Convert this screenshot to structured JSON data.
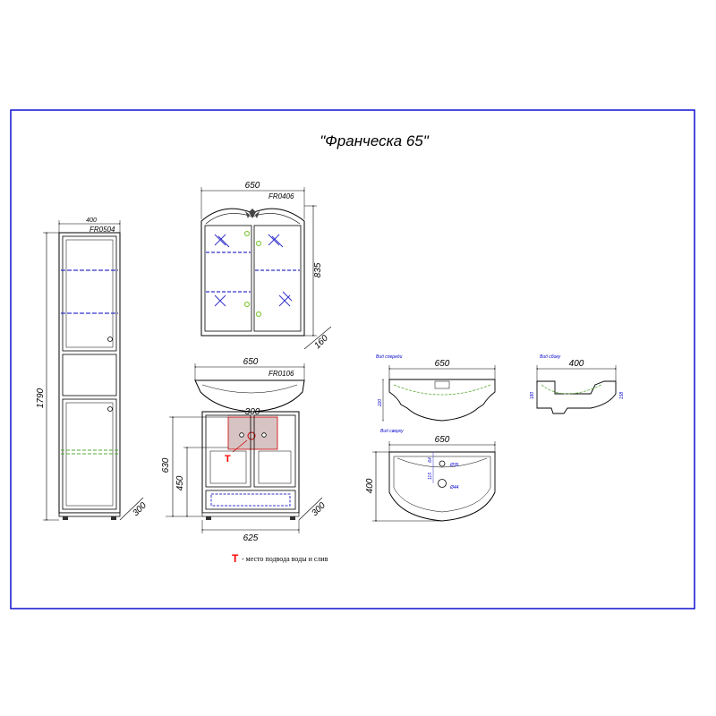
{
  "title": "\"Франческа 65\"",
  "column": {
    "code": "FR0504",
    "width": "400",
    "height": "1790",
    "depth": "300"
  },
  "mirror_cabinet": {
    "code": "FR0406",
    "width": "650",
    "height": "835",
    "depth": "160"
  },
  "vanity": {
    "code": "FR0106",
    "width": "650",
    "connection_width": "300",
    "height": "630",
    "drain_height": "450",
    "depth": "300",
    "base_width": "625",
    "marker": "T"
  },
  "basin_front": {
    "view_label": "Вид спереди",
    "width": "650",
    "height": "220"
  },
  "basin_side": {
    "view_label": "Вид сбоку",
    "width": "400",
    "height_left": "180",
    "height_right": "158"
  },
  "basin_top": {
    "view_label": "Вид сверху",
    "width": "650",
    "depth": "400",
    "dim_a": "64",
    "dim_b": "115",
    "hole_small": "Ø35",
    "hole_large": "Ø44"
  },
  "legend": {
    "marker": "T",
    "text": "- место подвода воды и слив"
  },
  "colors": {
    "frame": "#0000cc",
    "accent": "#ff0000",
    "glass": "#3333cc",
    "shelf": "#55aa33",
    "knob": "#88cc44",
    "connection_zone": "#d7c3c3"
  }
}
